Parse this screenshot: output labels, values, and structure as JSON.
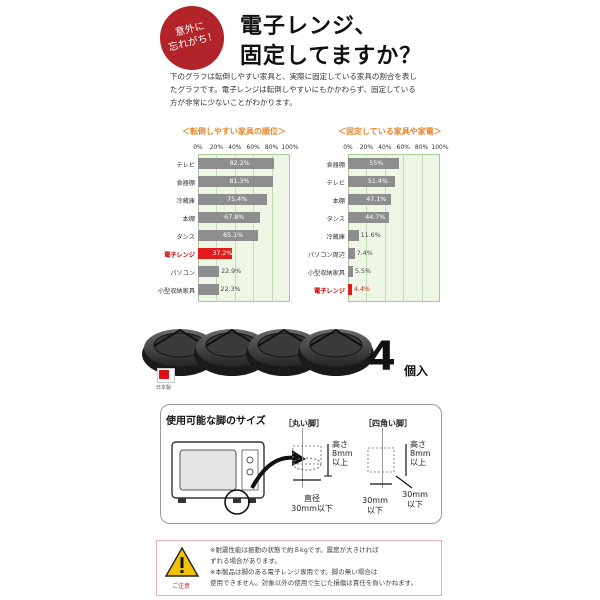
{
  "header": {
    "badge_lines": [
      "意外に",
      "忘れがち！"
    ],
    "headline_lines": [
      "電子レンジ、",
      "固定してますか？"
    ],
    "intro_lines": [
      "下のグラフは転倒しやすい家具と、実際に固定している家具の割合を表し",
      "たグラフです。電子レンジは転倒しやすいにもかかわらず、固定している",
      "方が非常に少ないことがわかります。"
    ]
  },
  "chart_data": [
    {
      "type": "bar",
      "title": "＜転倒しやすい家具の順位＞",
      "xlim": [
        0,
        100
      ],
      "ticks": [
        "0%",
        "20%",
        "40%",
        "60%",
        "80%",
        "100%"
      ],
      "categories": [
        "テレビ",
        "食器棚",
        "冷蔵庫",
        "本棚",
        "タンス",
        "電子レンジ",
        "パソコン",
        "小型収納家具"
      ],
      "values": [
        82.2,
        81.3,
        75.4,
        67.8,
        65.1,
        37.2,
        22.9,
        22.3
      ],
      "value_labels": [
        "82.2%",
        "81.3%",
        "75.4%",
        "67.8%",
        "65.1%",
        "37.2%",
        "22.9%",
        "22.3%"
      ],
      "highlight": "電子レンジ",
      "bar_color": "#8e8e8e",
      "highlight_color": "#e21b1b",
      "grid": true
    },
    {
      "type": "bar",
      "title": "＜固定している家具や家電＞",
      "xlim": [
        0,
        100
      ],
      "ticks": [
        "0%",
        "20%",
        "40%",
        "60%",
        "80%",
        "100%"
      ],
      "categories": [
        "食器棚",
        "テレビ",
        "本棚",
        "タンス",
        "冷蔵庫",
        "パソコン周辺",
        "小型収納家具",
        "電子レンジ"
      ],
      "values": [
        55,
        51.4,
        47.1,
        44.7,
        11.6,
        7.4,
        5.5,
        4.4
      ],
      "value_labels": [
        "55%",
        "51.4%",
        "47.1%",
        "44.7%",
        "11.6%",
        "7.4%",
        "5.5%",
        "4.4%"
      ],
      "highlight": "電子レンジ",
      "bar_color": "#8e8e8e",
      "highlight_color": "#e21b1b",
      "grid": true
    }
  ],
  "product": {
    "count_number": "4",
    "count_unit": "個入",
    "flag_label": "日本製"
  },
  "foot_size": {
    "title": "使用可能な脚のサイズ",
    "round": {
      "label": "［丸い脚］",
      "height_lines": [
        "高さ",
        "8mm",
        "以上"
      ],
      "diameter_lines": [
        "直径",
        "30mm以下"
      ]
    },
    "square": {
      "label": "［四角い脚］",
      "height_lines": [
        "高さ",
        "8mm",
        "以上"
      ],
      "width_lines": [
        "30mm",
        "以下"
      ],
      "depth_lines": [
        "30mm",
        "以下"
      ]
    }
  },
  "notice": {
    "label": "ご注意",
    "lines": [
      "※耐震性能は振動の状態で約８kgです。震度が大きければ",
      "ずれる場合があります。",
      "※本製品は脚のある電子レンジ専用です。脚の無い場合は",
      "使用できません。対象以外の使用で生じた損傷は責任を負いかねます。"
    ]
  },
  "colors": {
    "accent_red": "#b2232a",
    "chart_title_orange": "#e6862a",
    "plot_bg": "#eef6e6"
  }
}
